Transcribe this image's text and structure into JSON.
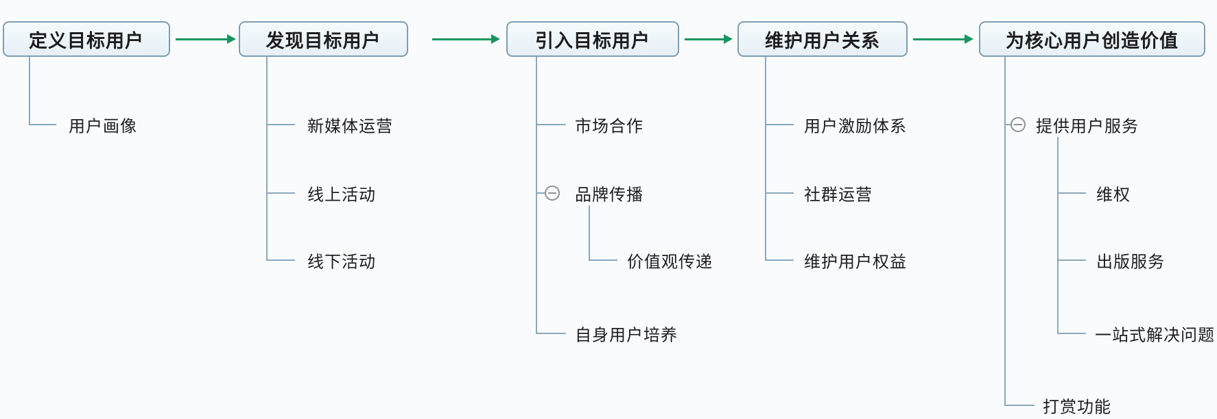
{
  "diagram": {
    "colors": {
      "background": "#fafbfc",
      "stage_fill": "#eaf2f8",
      "stage_border": "#7e9db4",
      "branch_line": "#8ba7bc",
      "flow_arrow": "#17945f",
      "collapse_icon": "#8c9296",
      "text": "#1d1d1f"
    },
    "stages": [
      {
        "title": "定义目标用户",
        "children": [
          {
            "label": "用户画像"
          }
        ]
      },
      {
        "title": "发现目标用户",
        "children": [
          {
            "label": "新媒体运营"
          },
          {
            "label": "线上活动"
          },
          {
            "label": "线下活动"
          }
        ]
      },
      {
        "title": "引入目标用户",
        "children": [
          {
            "label": "市场合作"
          },
          {
            "label": "品牌传播",
            "collapse_icon": "minus-circle",
            "children": [
              {
                "label": "价值观传递"
              }
            ]
          },
          {
            "label": "自身用户培养"
          }
        ]
      },
      {
        "title": "维护用户关系",
        "children": [
          {
            "label": "用户激励体系"
          },
          {
            "label": "社群运营"
          },
          {
            "label": "维护用户权益"
          }
        ]
      },
      {
        "title": "为核心用户创造价值",
        "children": [
          {
            "label": "提供用户服务",
            "collapse_icon": "minus-circle",
            "children": [
              {
                "label": "维权"
              },
              {
                "label": "出版服务"
              },
              {
                "label": "一站式解决问题"
              }
            ]
          },
          {
            "label": "打赏功能"
          }
        ]
      }
    ]
  }
}
